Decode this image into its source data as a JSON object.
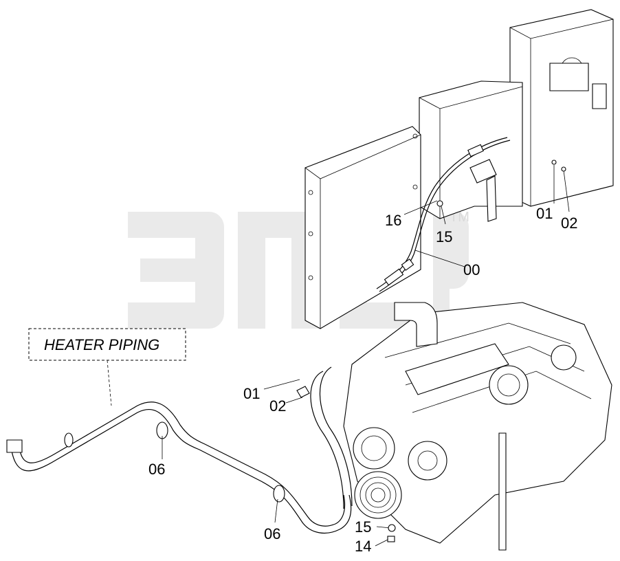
{
  "heater_piping_label": "HEATER PIPING",
  "watermark": {
    "text": "ЭПСР",
    "tm": "TM",
    "color": "#bdbdbd"
  },
  "callouts": {
    "c01_top": "01",
    "c02_top": "02",
    "c16": "16",
    "c15_top": "15",
    "c00": "00",
    "c01_left": "01",
    "c02_left": "02",
    "c06_a": "06",
    "c06_b": "06",
    "c15_bottom": "15",
    "c14": "14"
  }
}
